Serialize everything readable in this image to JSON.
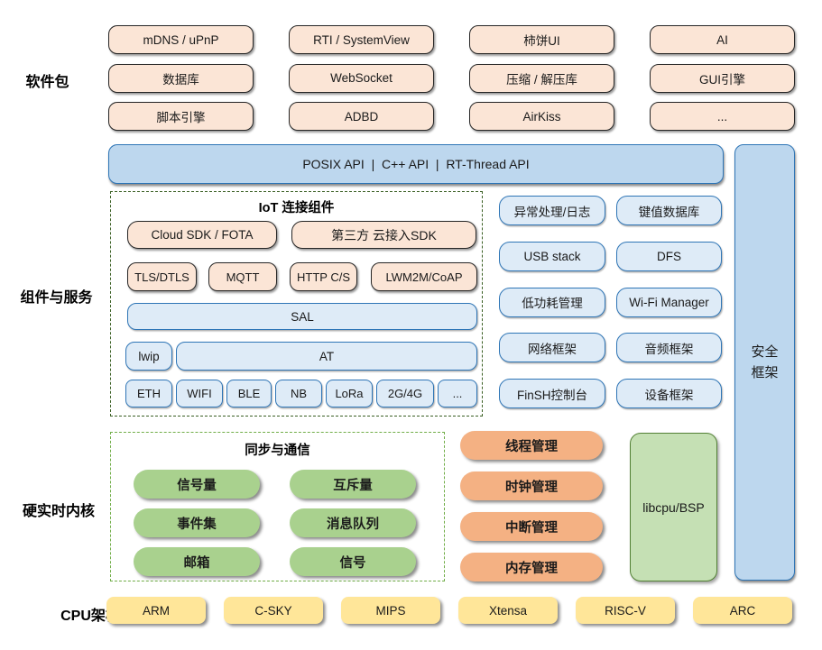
{
  "section_labels": {
    "packages": "软件包",
    "components": "组件与服务",
    "kernel": "硬实时内核",
    "cpu": "CPU架构"
  },
  "packages": {
    "rows": [
      [
        "mDNS / uPnP",
        "RTI / SystemView",
        "柿饼UI",
        "AI"
      ],
      [
        "数据库",
        "WebSocket",
        "压缩 / 解压库",
        "GUI引擎"
      ],
      [
        "脚本引擎",
        "ADBD",
        "AirKiss",
        "..."
      ]
    ]
  },
  "api_bar": {
    "label": "POSIX API  |  C++ API  |  RT-Thread API"
  },
  "security": {
    "label": "安全框架"
  },
  "iot": {
    "title": "IoT 连接组件",
    "sdk_row": [
      "Cloud SDK / FOTA",
      "第三方 云接入SDK"
    ],
    "protocol_row": [
      "TLS/DTLS",
      "MQTT",
      "HTTP C/S",
      "LWM2M/CoAP"
    ],
    "sal": "SAL",
    "lwip": "lwip",
    "at": "AT",
    "links": [
      "ETH",
      "WIFI",
      "BLE",
      "NB",
      "LoRa",
      "2G/4G",
      "..."
    ]
  },
  "services": {
    "rows": [
      [
        "异常处理/日志",
        "键值数据库"
      ],
      [
        "USB stack",
        "DFS"
      ],
      [
        "低功耗管理",
        "Wi-Fi Manager"
      ],
      [
        "网络框架",
        "音频框架"
      ],
      [
        "FinSH控制台",
        "设备框架"
      ]
    ]
  },
  "kernel": {
    "ipc_title": "同步与通信",
    "ipc_rows": [
      [
        "信号量",
        "互斥量"
      ],
      [
        "事件集",
        "消息队列"
      ],
      [
        "邮箱",
        "信号"
      ]
    ],
    "managers": [
      "线程管理",
      "时钟管理",
      "中断管理",
      "内存管理"
    ],
    "libcpu_label": "libcpu/BSP"
  },
  "cpu": {
    "archs": [
      "ARM",
      "C-SKY",
      "MIPS",
      "Xtensa",
      "RISC-V",
      "ARC"
    ]
  },
  "colors": {
    "package_fill": "#FBE5D6",
    "package_border": "#262626",
    "component_fill": "#DEEBF7",
    "api_bar_fill": "#BDD7EE",
    "blue_border": "#2E75B6",
    "iot_dash_border": "#3A5F23",
    "ipc_dash_border": "#70AD47",
    "ipc_pill_fill": "#A9D18E",
    "manager_pill_fill": "#F4B183",
    "libcpu_fill": "#C5E0B4",
    "libcpu_border": "#538135",
    "cpu_fill": "#FFE699"
  }
}
